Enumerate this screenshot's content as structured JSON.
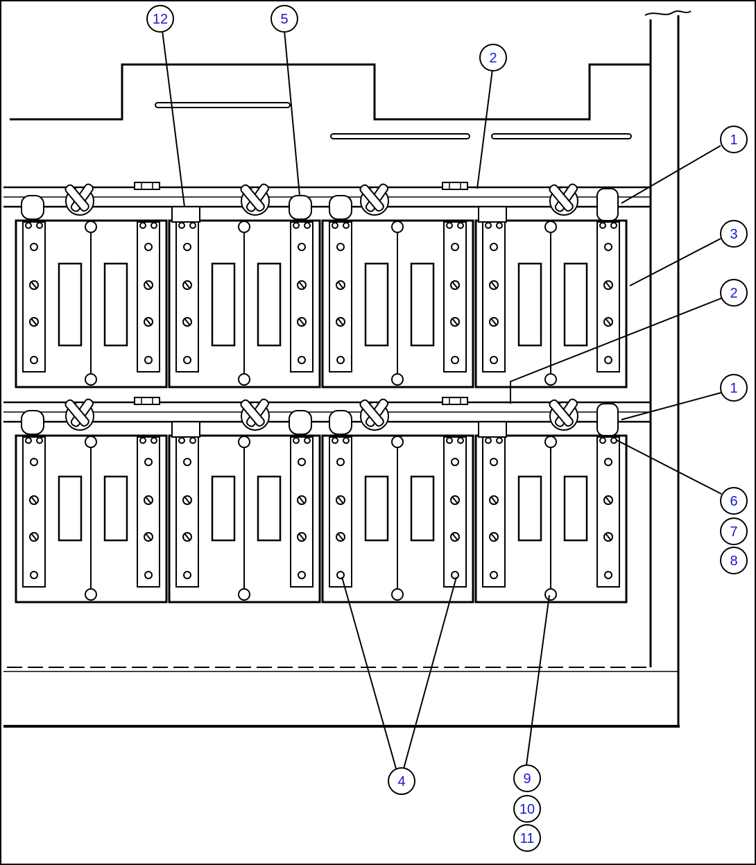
{
  "colors": {
    "line": "#000000",
    "callout_text": "#1a1acc",
    "background": "#ffffff"
  },
  "callouts": [
    {
      "id": "c12a",
      "label": "12"
    },
    {
      "id": "c5",
      "label": "5"
    },
    {
      "id": "c2a",
      "label": "2"
    },
    {
      "id": "c1a",
      "label": "1"
    },
    {
      "id": "c3",
      "label": "3"
    },
    {
      "id": "c2b",
      "label": "2"
    },
    {
      "id": "c1b",
      "label": "1"
    },
    {
      "id": "c6",
      "label": "6"
    },
    {
      "id": "c7",
      "label": "7"
    },
    {
      "id": "c8",
      "label": "8"
    },
    {
      "id": "c4",
      "label": "4"
    },
    {
      "id": "c9",
      "label": "9"
    },
    {
      "id": "c10",
      "label": "10"
    },
    {
      "id": "c11",
      "label": "11"
    }
  ]
}
